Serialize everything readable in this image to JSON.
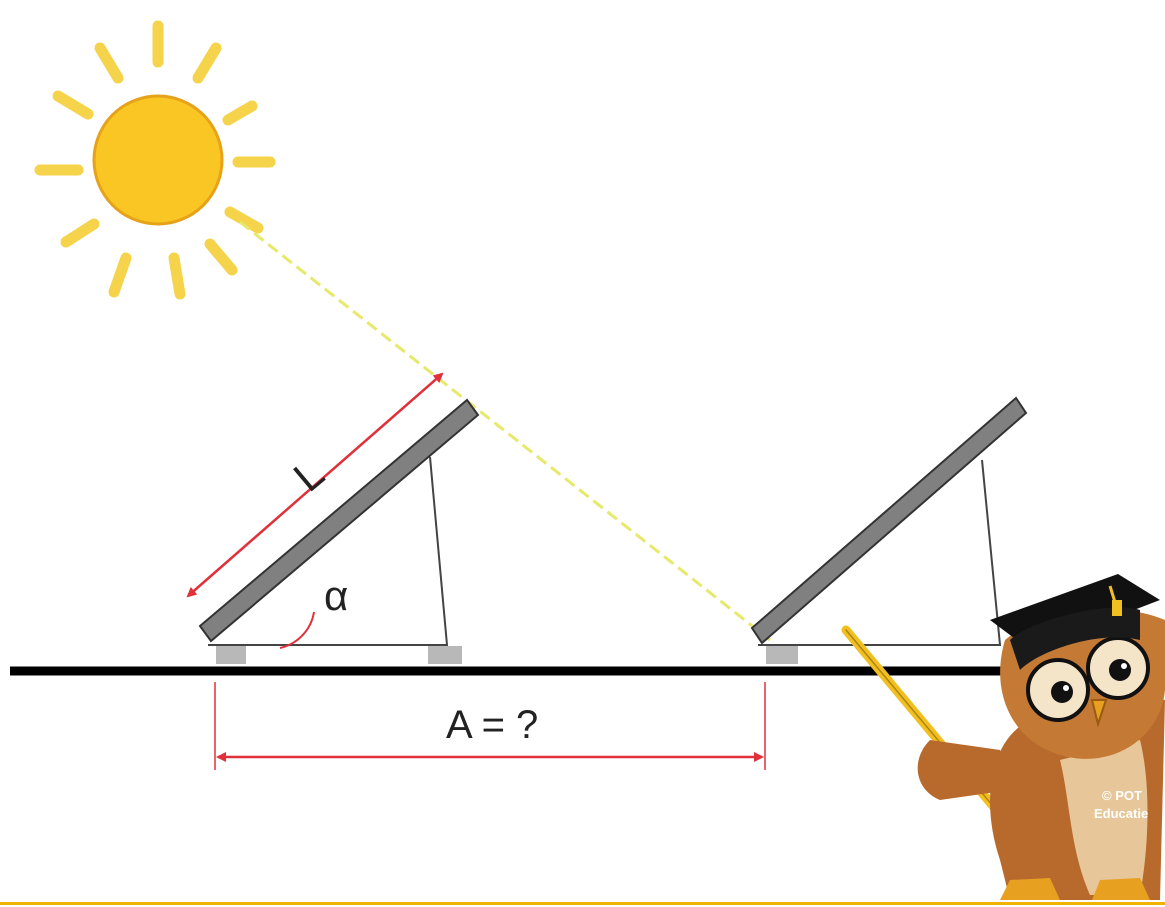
{
  "diagram": {
    "label_length": "L",
    "label_angle": "α",
    "label_distance": "A = ?"
  },
  "watermark": {
    "line1": "© POT",
    "line2": "Educatie"
  },
  "icons": {
    "sun": "sun-icon",
    "owl": "owl-teacher-mascot"
  },
  "colors": {
    "sun_fill": "#f9c623",
    "sun_rays": "#f5d34a",
    "panel": "#808080",
    "dimension_arrows": "#e0303a",
    "sun_ray_dashed": "#e6e96a",
    "ground": "#000000",
    "owl_body": "#b86a2c",
    "cap": "#111111",
    "pointer": "#f0c020"
  }
}
